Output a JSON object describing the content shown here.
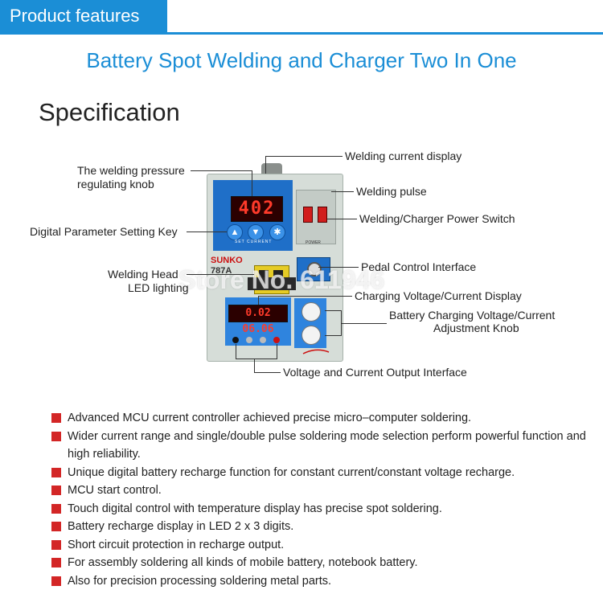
{
  "header": {
    "tab": "Product features"
  },
  "title": "Battery Spot Welding  and Charger Two In One",
  "section_title": "Specification",
  "device": {
    "display_main": "402",
    "display_charge": "0.02 06.06",
    "brand": "SUNKO",
    "model": "787A",
    "set_current": "SET CURRENT",
    "power": "POWER"
  },
  "callouts": {
    "welding_current_display": "Welding current display",
    "pressure_knob_line1": "The welding pressure",
    "pressure_knob_line2": "regulating knob",
    "welding_pulse": "Welding pulse",
    "power_switch": "Welding/Charger Power Switch",
    "parameter_key": "Digital Parameter Setting Key",
    "pedal_interface": "Pedal Control Interface",
    "welding_head_line1": "Welding Head",
    "welding_head_line2": "LED lighting",
    "charging_display": "Charging Voltage/Current Display",
    "adjust_knob_line1": "Battery Charging Voltage/Current",
    "adjust_knob_line2": "Adjustment Knob",
    "output_interface": "Voltage and Current Output Interface"
  },
  "watermark": "Store No. 611946",
  "features": [
    "Advanced MCU current controller achieved precise micro–computer soldering.",
    "Wider current range and single/double pulse soldering mode selection perform powerful function and high reliability.",
    "Unique digital battery recharge function for constant current/constant voltage recharge.",
    "MCU start control.",
    "Touch digital control with temperature display has precise spot soldering.",
    "Battery recharge display in LED 2 x 3 digits.",
    "Short circuit protection in recharge output.",
    "For assembly soldering all kinds of mobile battery, notebook battery.",
    "Also for precision processing soldering metal parts."
  ],
  "colors": {
    "accent": "#1b8ed6",
    "bullet": "#d32626"
  }
}
